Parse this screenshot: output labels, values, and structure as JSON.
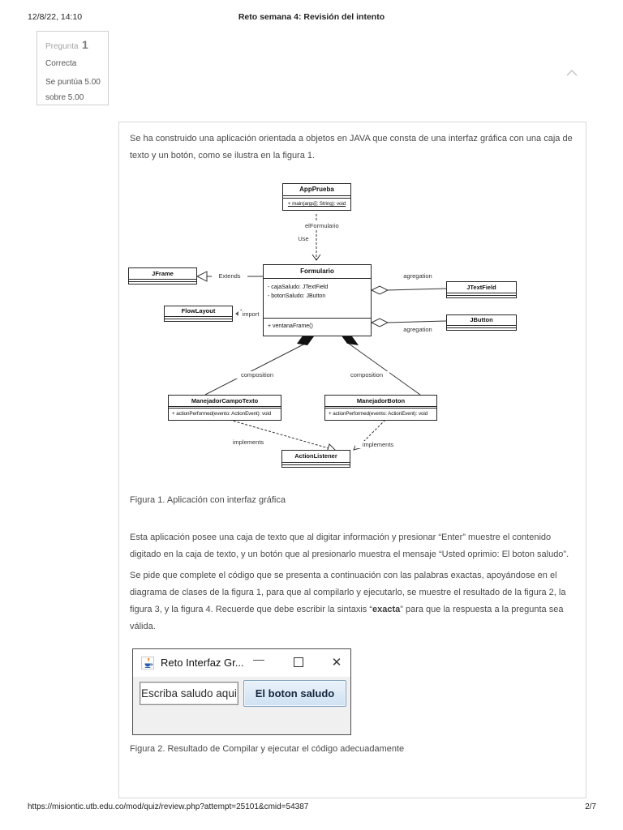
{
  "header": {
    "datetime": "12/8/22, 14:10",
    "title": "Reto semana 4: Revisión del intento"
  },
  "question_info": {
    "label": "Pregunta",
    "number": "1",
    "state": "Correcta",
    "grade_line1": "Se puntúa 5.00",
    "grade_line2": "sobre 5.00"
  },
  "content": {
    "para1": "Se ha construido una aplicación orientada a objetos en JAVA  que consta de una interfaz gráfica con una caja de\ntexto y un botón, como se ilustra en la figura 1.",
    "figure1_caption": "Figura 1. Aplicación con interfaz gráfica",
    "para2": "Esta aplicación posee una caja de texto que al digitar información y presionar “Enter” muestre el contenido\ndigitado en la caja de texto, y un botón que al presionarlo muestra el mensaje “Usted oprimio: El boton saludo”.",
    "para3_pre": "Se pide que complete el código que se presenta a continuación con las palabras exactas, apoyándose en el\ndiagrama de clases de la figura 1, para que al compilarlo y ejecutarlo, se muestre el resultado de la figura 2, la\nfigura 3, y la figura 4. Recuerde que debe escribir la sintaxis “",
    "para3_bold": "exacta",
    "para3_post": "” para que la respuesta a la pregunta sea\nválida.",
    "figure2_caption": "Figura 2. Resultado de Compilar y ejecutar el código adecuadamente"
  },
  "diagram": {
    "app_prueba": {
      "name": "AppPrueba",
      "method": "+ main(args[]: String): void"
    },
    "formulario": {
      "name": "Formulario",
      "attr1": "- cajaSaludo: JTextField",
      "attr2": "- botonSaludo: JButton",
      "method": "+ ventanaFrame()"
    },
    "jframe": {
      "name": "JFrame"
    },
    "flowlayout": {
      "name": "FlowLayout"
    },
    "jtextfield": {
      "name": "JTextField"
    },
    "jbutton": {
      "name": "JButton"
    },
    "manejador_campo": {
      "name": "ManejadorCampoTexto",
      "method": "+ actionPerformed(evento: ActionEvent): void"
    },
    "manejador_boton": {
      "name": "ManejadorBoton",
      "method": "+ actionPerformed(evento: ActionEvent): void"
    },
    "action_listener": {
      "name": "ActionListener"
    },
    "labels": {
      "el_formulario": "elFormulario",
      "use": "Use",
      "extends": "Extends",
      "import": "import",
      "agregation_top": "agregation",
      "agregation_bottom": "agregation",
      "composition_left": "composition",
      "composition_right": "composition",
      "implements_left": "implements",
      "implements_right": "implements"
    }
  },
  "window": {
    "title": "Reto Interfaz Gr...",
    "minimize_glyph": "—",
    "close_glyph": "✕",
    "textfield_text": "Escriba saludo aqui",
    "button_label": "El boton saludo"
  },
  "colors": {
    "button_bg": "#cfe1f2",
    "button_border": "#82a2c0",
    "content_border": "#d8d8d8"
  },
  "footer": {
    "url": "https://misiontic.utb.edu.co/mod/quiz/review.php?attempt=25101&cmid=54387",
    "page": "2/7"
  }
}
